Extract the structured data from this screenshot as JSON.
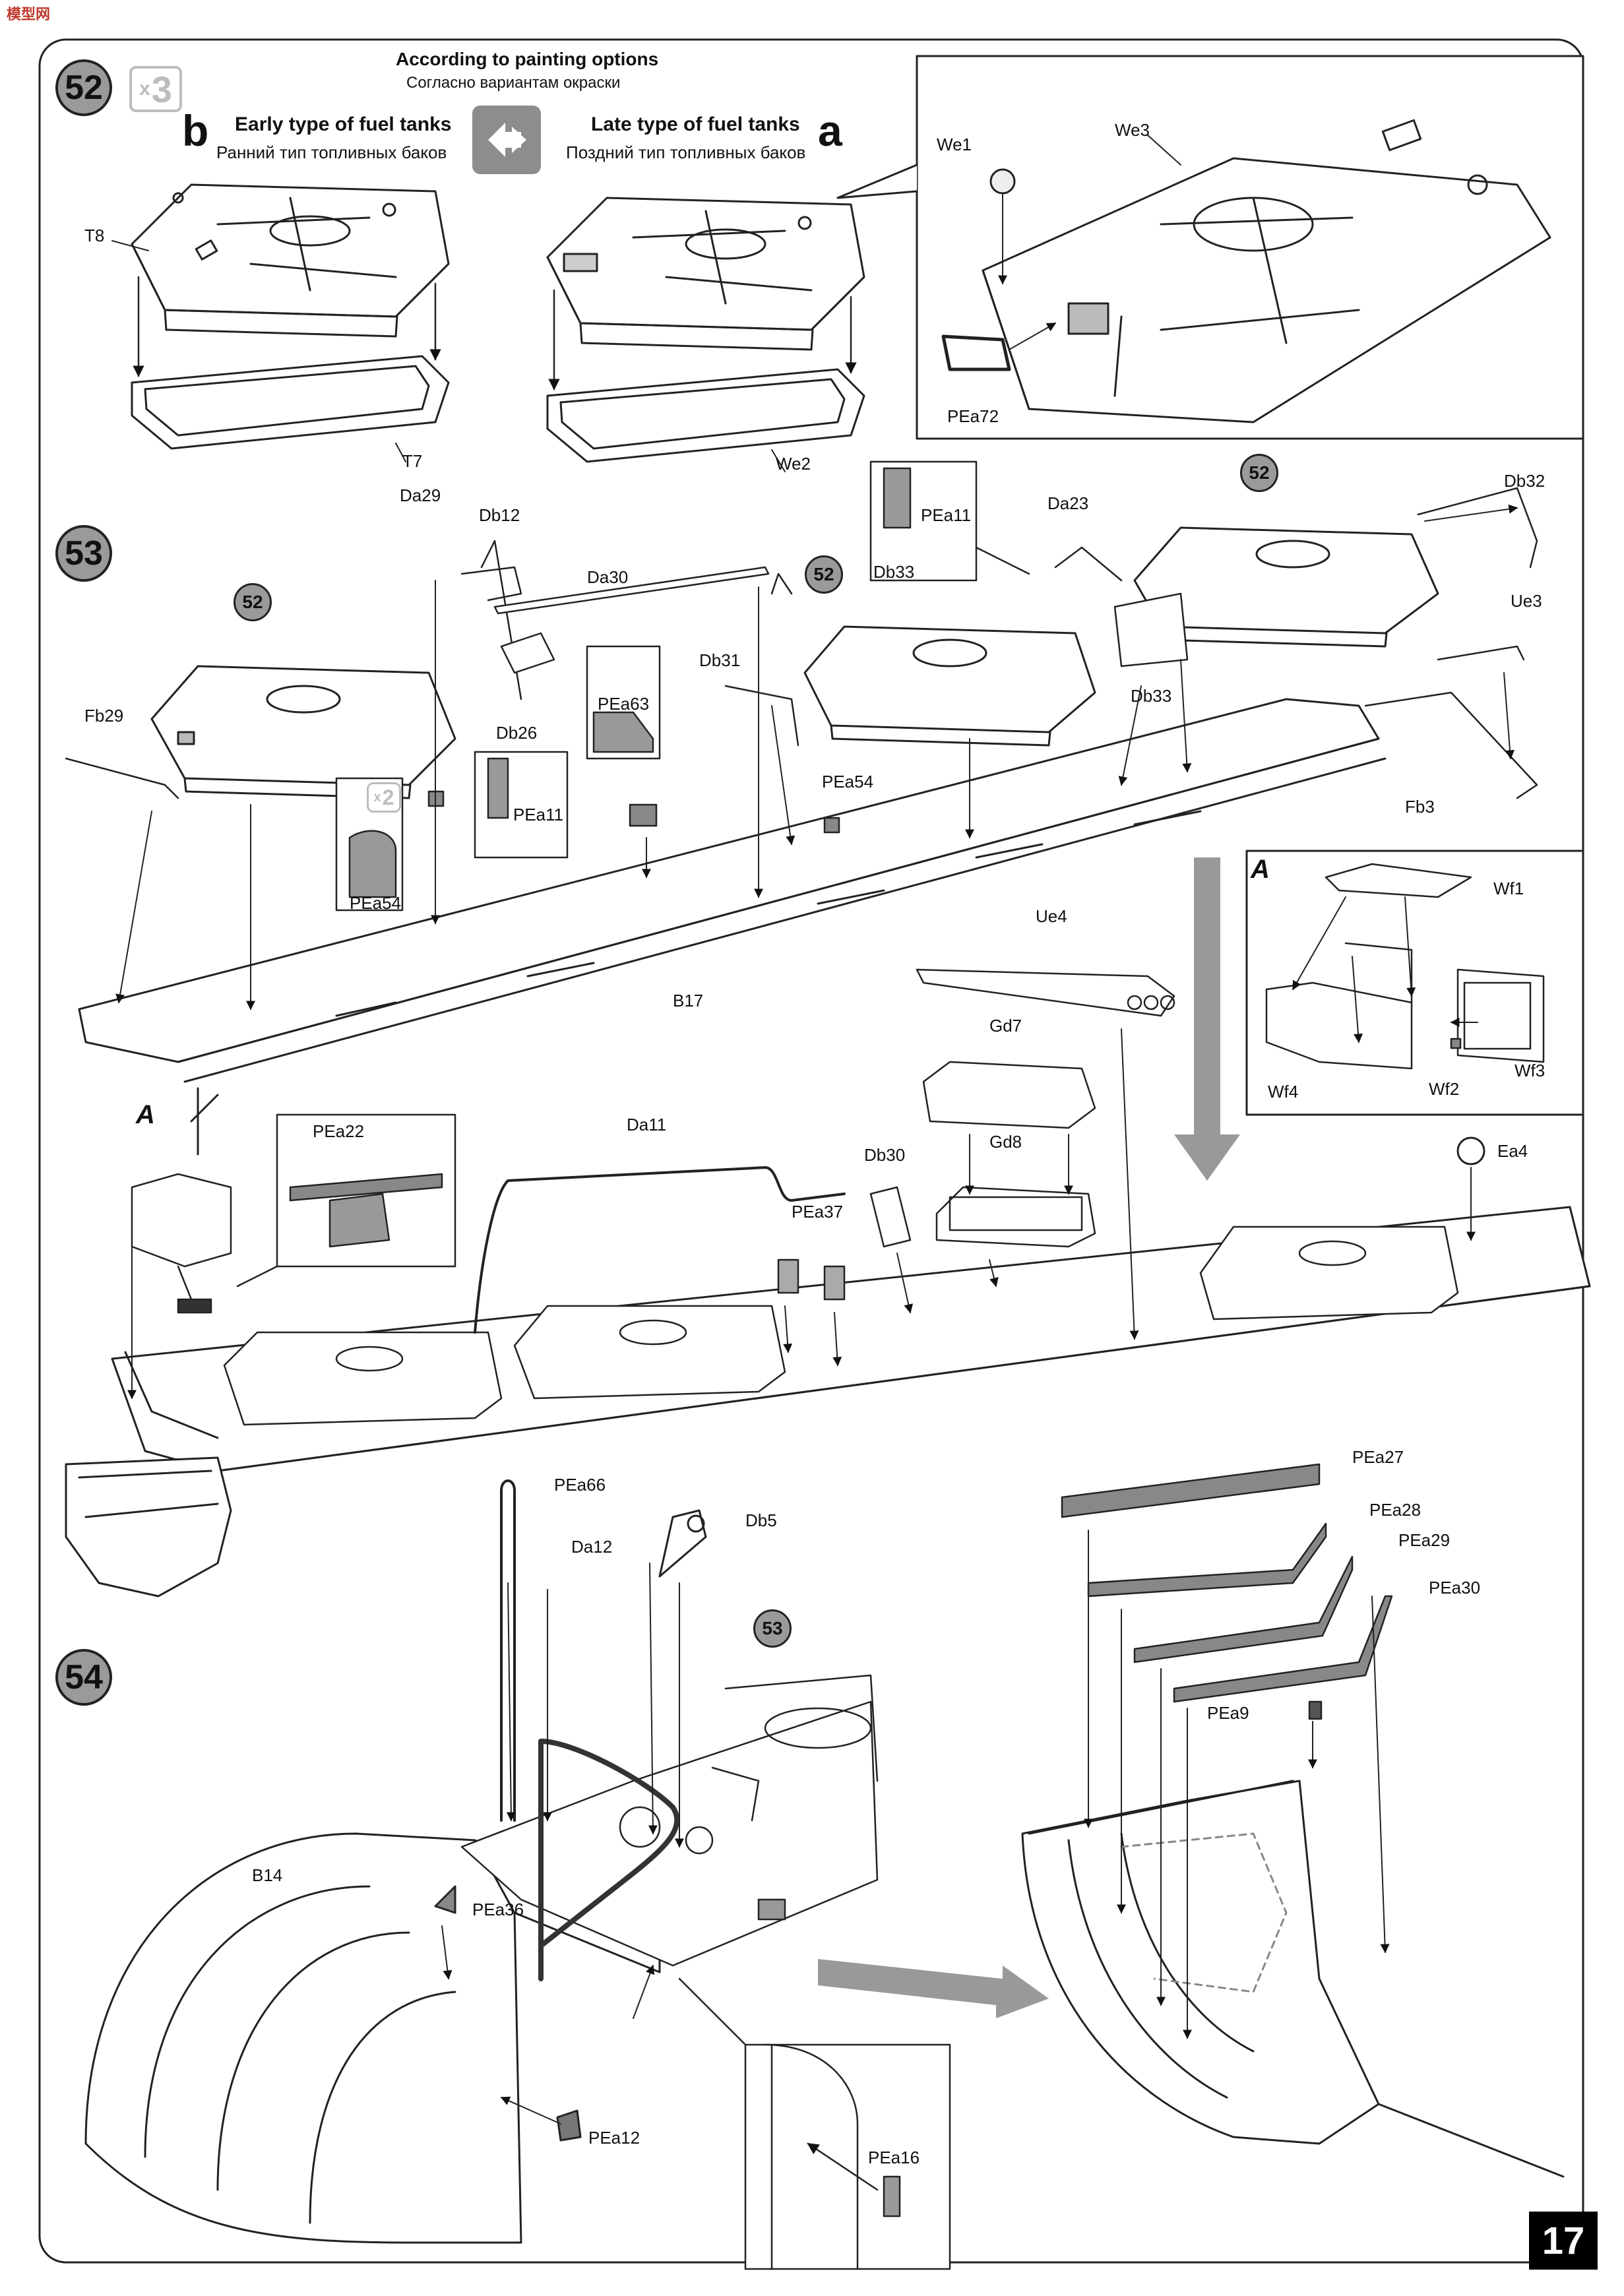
{
  "header": {
    "painting_note_en": "According to painting options",
    "painting_note_ru": "Согласно вариантам окраски",
    "option_b_letter": "b",
    "option_b_en": "Early type of fuel tanks",
    "option_b_ru": "Ранний тип топливных баков",
    "option_a_letter": "a",
    "option_a_en": "Late type of fuel tanks",
    "option_a_ru": "Поздний тип топливных баков"
  },
  "steps": {
    "s52": "52",
    "s53": "53",
    "s54": "54",
    "qty_prefix": "x",
    "qty_value": "3",
    "qty2_prefix": "x",
    "qty2_value": "2"
  },
  "refs": {
    "r52a": "52",
    "r52b": "52",
    "r52c": "52",
    "r53": "53"
  },
  "detail_letter": "A",
  "parts": {
    "T8": "T8",
    "T7": "T7",
    "We1": "We1",
    "We2": "We2",
    "We3": "We3",
    "PEa72": "PEa72",
    "Da29": "Da29",
    "Db12": "Db12",
    "Da30": "Da30",
    "PEa11a": "PEa11",
    "Db33a": "Db33",
    "Da23": "Da23",
    "Db32": "Db32",
    "Ue3": "Ue3",
    "Db31": "Db31",
    "Db33b": "Db33",
    "Fb29": "Fb29",
    "Db26": "Db26",
    "PEa63": "PEa63",
    "PEa54a": "PEa54",
    "PEa54b": "PEa54",
    "PEa11b": "PEa11",
    "Fb3": "Fb3",
    "B17": "B17",
    "Ue4": "Ue4",
    "Wf1": "Wf1",
    "Wf2": "Wf2",
    "Wf3": "Wf3",
    "Wf4": "Wf4",
    "Gd7": "Gd7",
    "Gd8": "Gd8",
    "Da11": "Da11",
    "PEa22": "PEa22",
    "Db30": "Db30",
    "PEa37": "PEa37",
    "Ea4": "Ea4",
    "PEa66": "PEa66",
    "Db5": "Db5",
    "Da12": "Da12",
    "PEa27": "PEa27",
    "PEa28": "PEa28",
    "PEa29": "PEa29",
    "PEa30": "PEa30",
    "PEa9": "PEa9",
    "B14": "B14",
    "PEa36": "PEa36",
    "PEa12": "PEa12",
    "PEa16": "PEa16"
  },
  "page_number": "17",
  "logo_text": "模型网"
}
